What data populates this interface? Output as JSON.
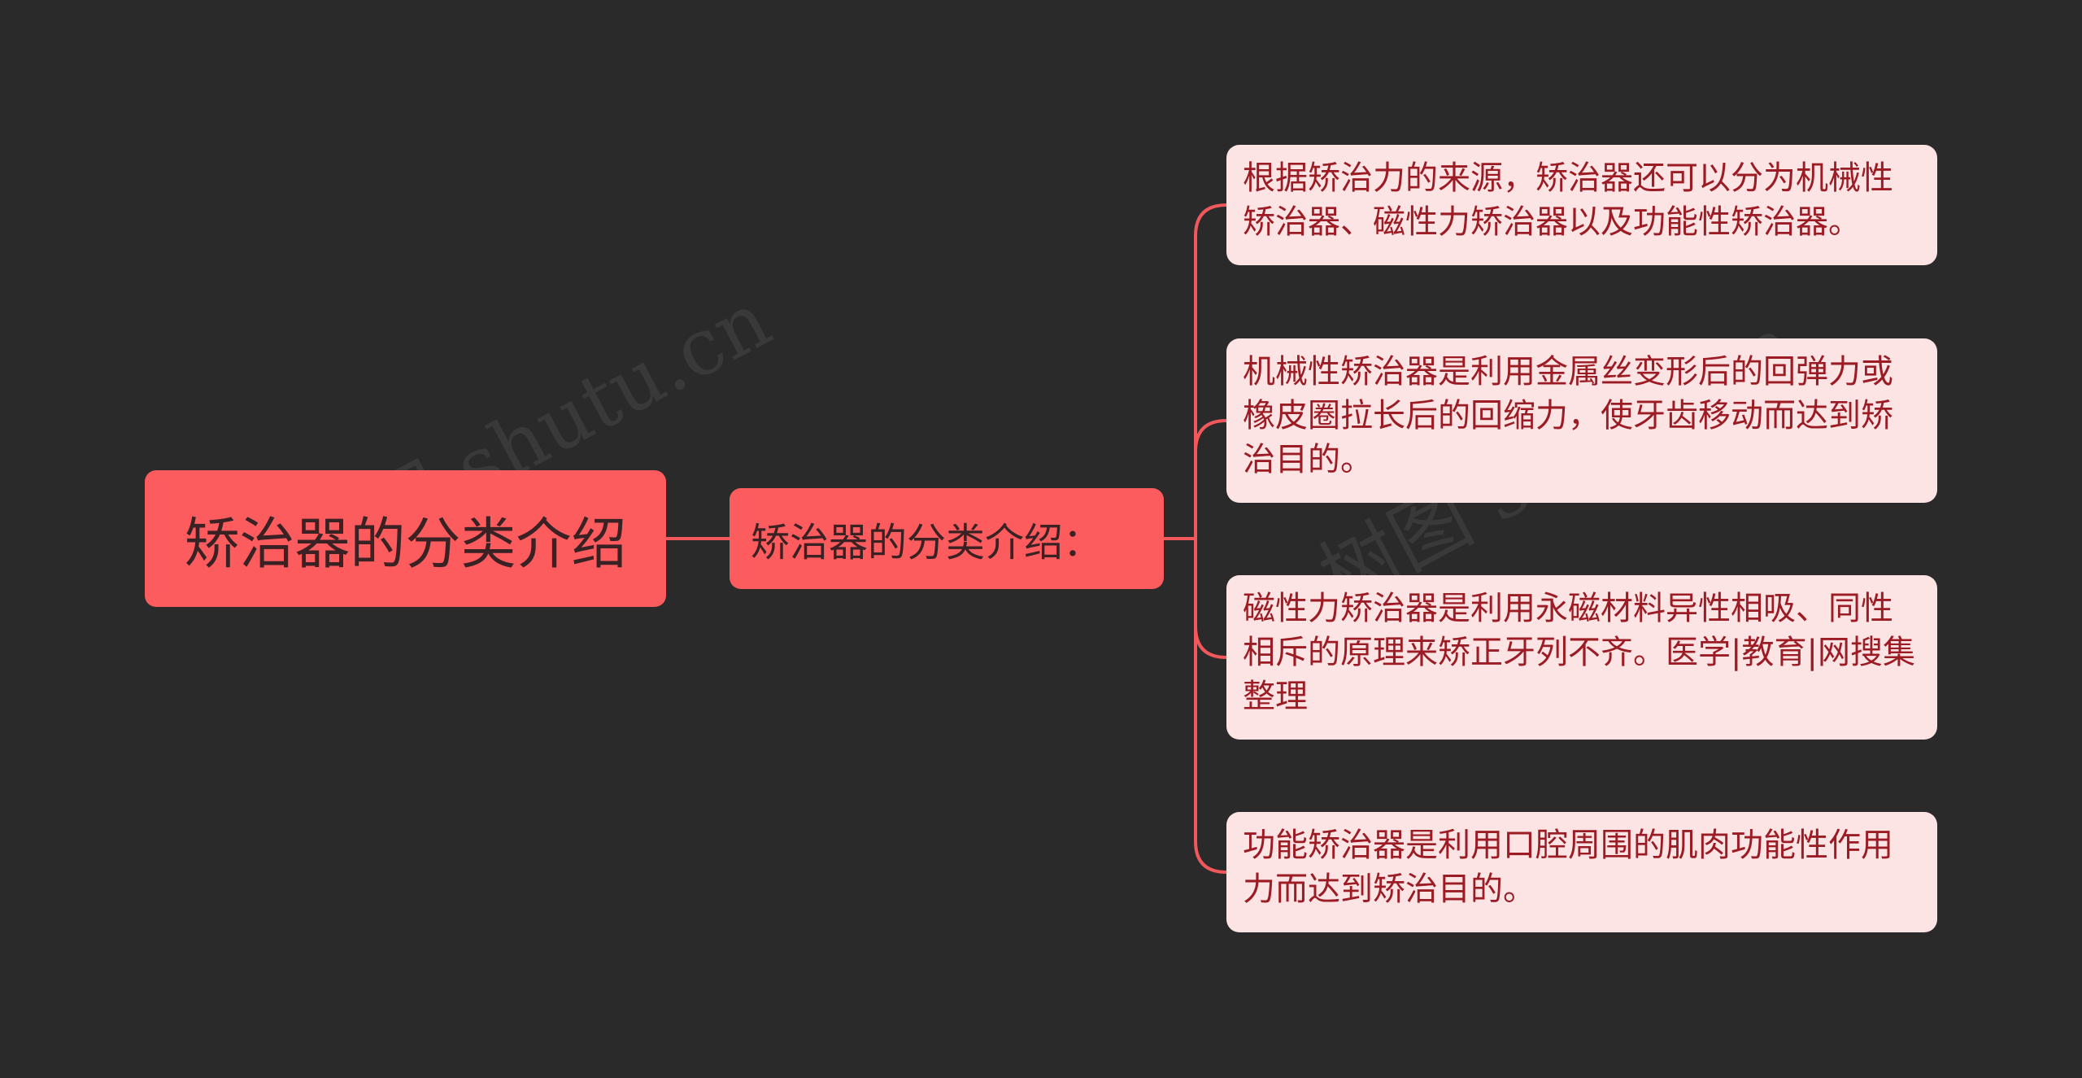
{
  "colors": {
    "background": "#2a2a2a",
    "primary_node": "#fd5c5f",
    "leaf_node": "#fde4e4",
    "leaf_text": "#9b1c24",
    "connector": "#f0585c"
  },
  "watermark": "树图 shutu.cn",
  "root": {
    "label": "矫治器的分类介绍"
  },
  "branch": {
    "label": "矫治器的分类介绍："
  },
  "leaves": [
    {
      "text": "根据矫治力的来源，矫治器还可以分为机械性矫治器、磁性力矫治器以及功能性矫治器。"
    },
    {
      "text": "机械性矫治器是利用金属丝变形后的回弹力或橡皮圈拉长后的回缩力，使牙齿移动而达到矫治目的。"
    },
    {
      "text": "磁性力矫治器是利用永磁材料异性相吸、同性相斥的原理来矫正牙列不齐。医学|教育|网搜集整理"
    },
    {
      "text": "功能矫治器是利用口腔周围的肌肉功能性作用力而达到矫治目的。"
    }
  ]
}
